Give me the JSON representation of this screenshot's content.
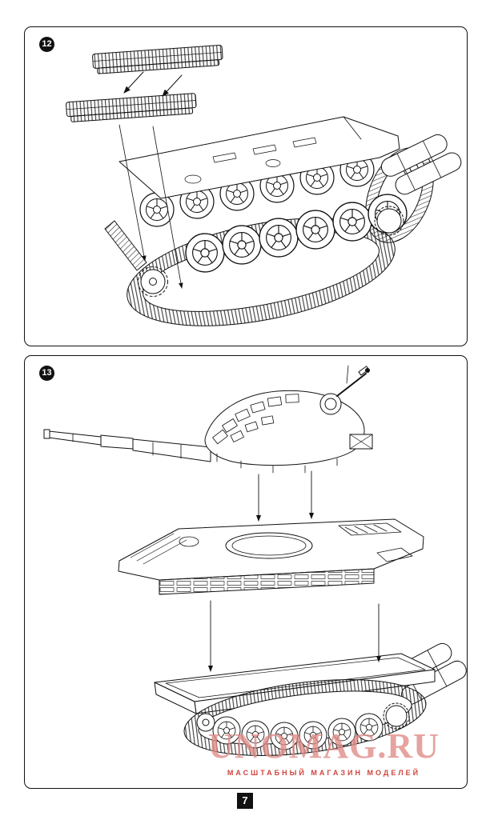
{
  "document": {
    "page_number": "7"
  },
  "steps": [
    {
      "number": "12"
    },
    {
      "number": "13"
    }
  ],
  "watermark": {
    "title": "UNOMAG.RU",
    "subtitle": "МАСШТАБНЫЙ МАГАЗИН МОДЕЛЕЙ",
    "title_color": "#df8a85",
    "subtitle_color": "#d0453f"
  },
  "colors": {
    "line": "#111111",
    "panel_border": "#111111",
    "badge_bg": "#111111"
  }
}
